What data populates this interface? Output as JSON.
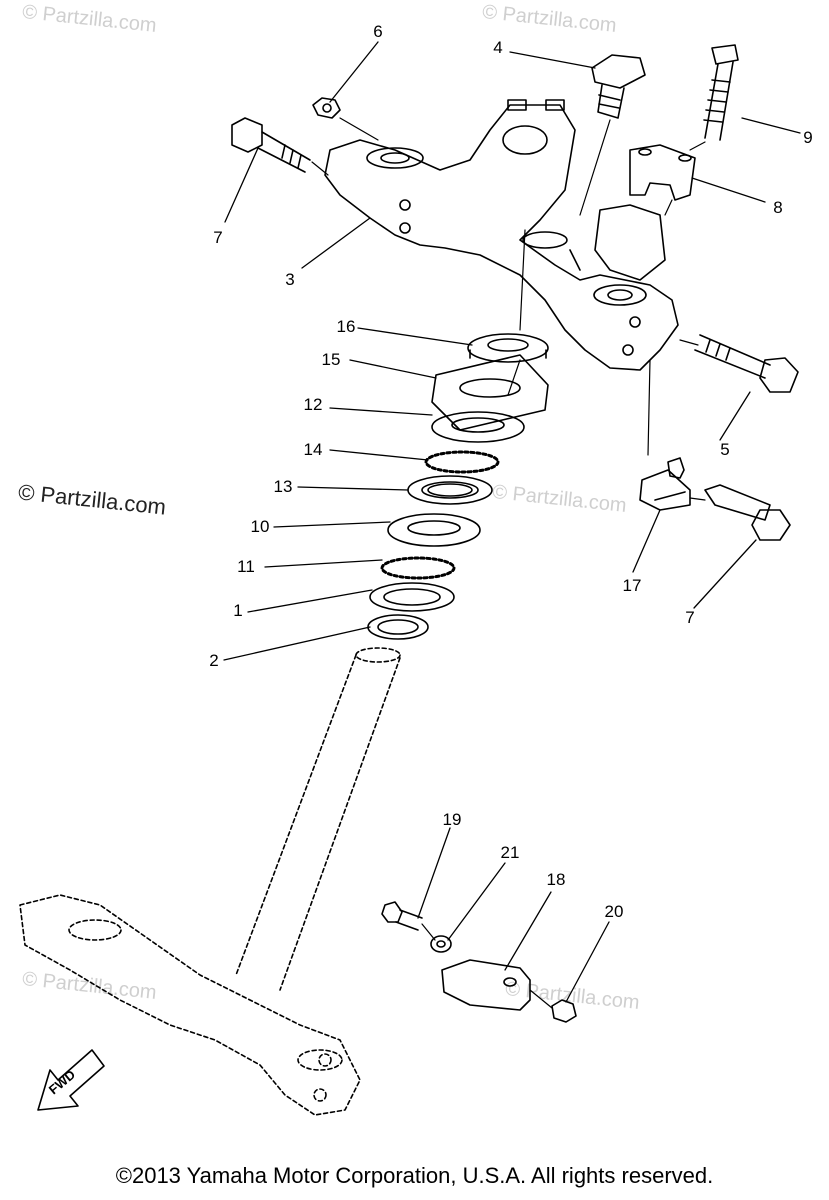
{
  "watermark": {
    "faint_text": "© Partzilla.com",
    "dark_text": "© Partzilla.com"
  },
  "callouts": {
    "p1": "1",
    "p2": "2",
    "p3": "3",
    "p4": "4",
    "p5": "5",
    "p6": "6",
    "p7a": "7",
    "p7b": "7",
    "p8": "8",
    "p9": "9",
    "p10": "10",
    "p11": "11",
    "p12": "12",
    "p13": "13",
    "p14": "14",
    "p15": "15",
    "p16": "16",
    "p17": "17",
    "p18": "18",
    "p19": "19",
    "p20": "20",
    "p21": "21"
  },
  "fwd_label": "FWD",
  "copyright": "©2013 Yamaha Motor Corporation, U.S.A. All rights reserved.",
  "colors": {
    "line": "#000000",
    "watermark": "#cfcfcf",
    "background": "#ffffff"
  }
}
